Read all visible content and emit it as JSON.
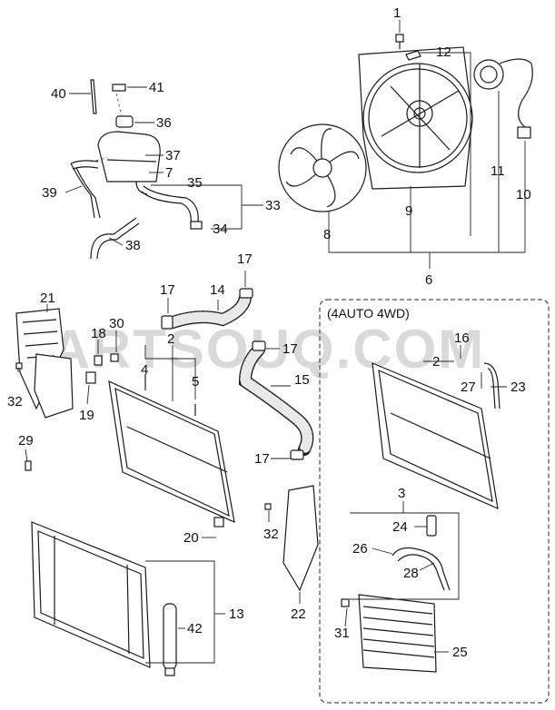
{
  "watermark": "PARTSOUQ.COM",
  "inset_box": {
    "title": "(4AUTO 4WD)"
  },
  "callouts": {
    "c1": "1",
    "c12": "12",
    "c11": "11",
    "c10": "10",
    "c9": "9",
    "c8": "8",
    "c6": "6",
    "c40": "40",
    "c41": "41",
    "c36": "36",
    "c37": "37",
    "c7": "7",
    "c35": "35",
    "c39": "39",
    "c33": "33",
    "c34": "34",
    "c38": "38",
    "c17a": "17",
    "c14": "14",
    "c17b": "17",
    "c21": "21",
    "c18": "18",
    "c30": "30",
    "c2a": "2",
    "c17c": "17",
    "c15": "15",
    "c4": "4",
    "c5": "5",
    "c32a": "32",
    "c19": "19",
    "c29": "29",
    "c17d": "17",
    "c20": "20",
    "c32b": "32",
    "c13": "13",
    "c42": "42",
    "c22": "22",
    "c16": "16",
    "c2b": "2",
    "c27": "27",
    "c23": "23",
    "c3": "3",
    "c24": "24",
    "c26": "26",
    "c28": "28",
    "c31": "31",
    "c25": "25"
  }
}
